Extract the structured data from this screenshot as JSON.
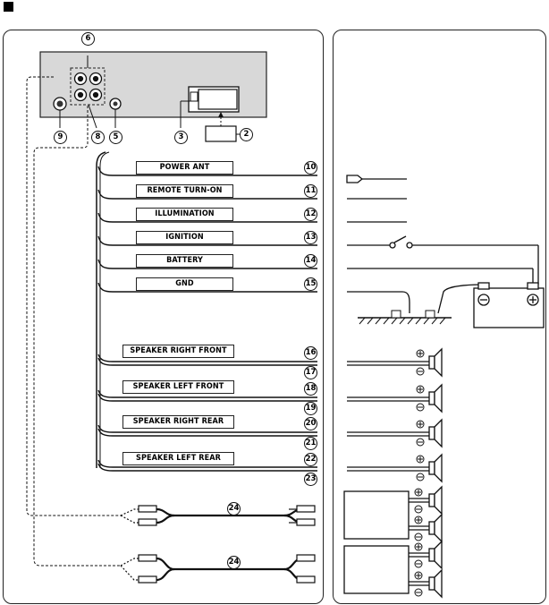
{
  "labels": {
    "power_ant": "POWER ANT",
    "remote_turn_on": "REMOTE TURN-ON",
    "illumination": "ILLUMINATION",
    "ignition": "IGNITION",
    "battery": "BATTERY",
    "gnd": "GND",
    "speaker_right_front": "SPEAKER RIGHT FRONT",
    "speaker_left_front": "SPEAKER LEFT FRONT",
    "speaker_right_rear": "SPEAKER RIGHT REAR",
    "speaker_left_rear": "SPEAKER LEFT REAR"
  },
  "callouts": {
    "n2": "2",
    "n3": "3",
    "n5": "5",
    "n6": "6",
    "n8": "8",
    "n9": "9",
    "n10": "10",
    "n11": "11",
    "n12": "12",
    "n13": "13",
    "n14": "14",
    "n15": "15",
    "n16": "16",
    "n17": "17",
    "n18": "18",
    "n19": "19",
    "n20": "20",
    "n21": "21",
    "n22": "22",
    "n23": "23",
    "n24a": "24",
    "n24b": "24"
  },
  "symbols": {
    "plus": "+",
    "minus": "−"
  }
}
